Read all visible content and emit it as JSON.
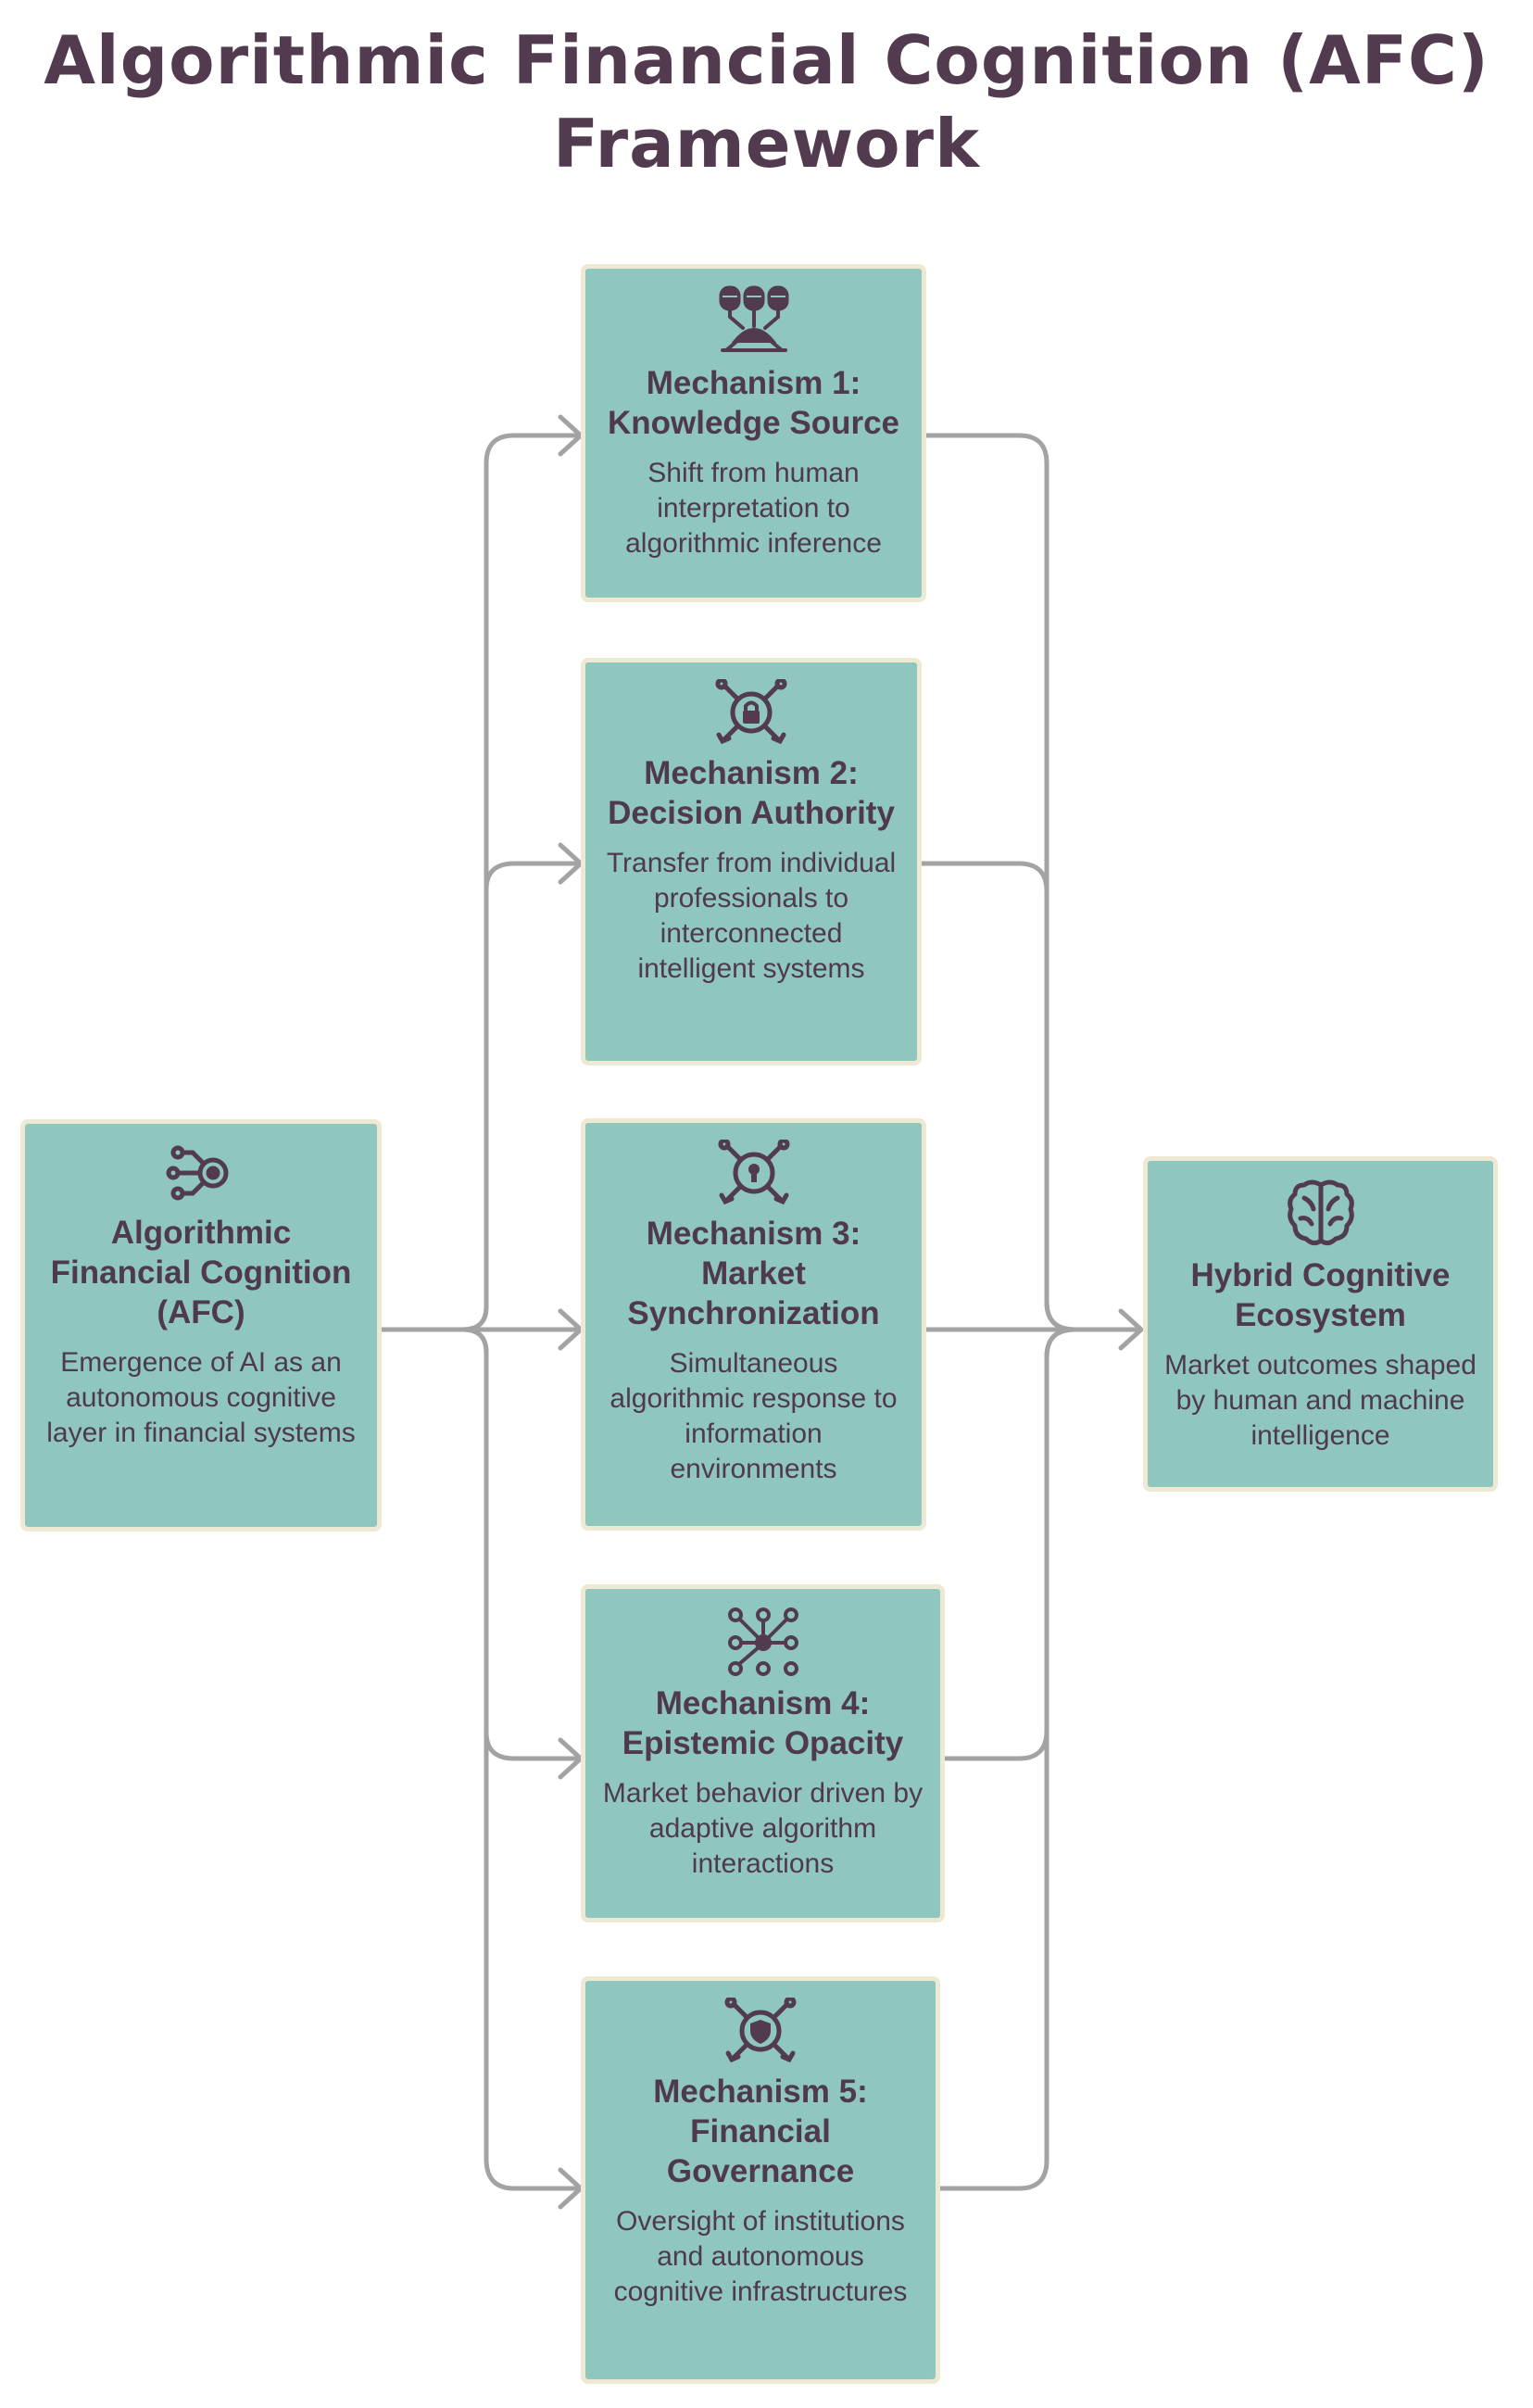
{
  "title": {
    "line1": "Algorithmic Financial Cognition (AFC)",
    "line2": "Framework"
  },
  "colors": {
    "box_fill": "#8fc6bd",
    "box_border": "#eee9d3",
    "text": "#4f3a4b",
    "connector": "#a3a3a3"
  },
  "source": {
    "heading": "Algorithmic Financial Cognition (AFC)",
    "description": "Emergence of AI as an autonomous cognitive layer in financial systems",
    "icon": "network-node-icon"
  },
  "mechanisms": [
    {
      "heading": "Mechanism 1: Knowledge Source",
      "description": "Shift from human interpretation to algorithmic inference",
      "icon": "database-icon"
    },
    {
      "heading": "Mechanism 2: Decision Authority",
      "description": "Transfer from individual professionals to interconnected intelligent systems",
      "icon": "lock-network-icon"
    },
    {
      "heading": "Mechanism 3: Market Synchronization",
      "description": "Simultaneous algorithmic response to information environments",
      "icon": "keyhole-network-icon"
    },
    {
      "heading": "Mechanism 4: Epistemic Opacity",
      "description": "Market behavior driven by adaptive algorithm interactions",
      "icon": "node-graph-icon"
    },
    {
      "heading": "Mechanism 5: Financial Governance",
      "description": "Oversight of institutions and autonomous cognitive infrastructures",
      "icon": "shield-network-icon"
    }
  ],
  "outcome": {
    "heading": "Hybrid Cognitive Ecosystem",
    "description": "Market outcomes shaped by human and machine intelligence",
    "icon": "brain-icon"
  }
}
